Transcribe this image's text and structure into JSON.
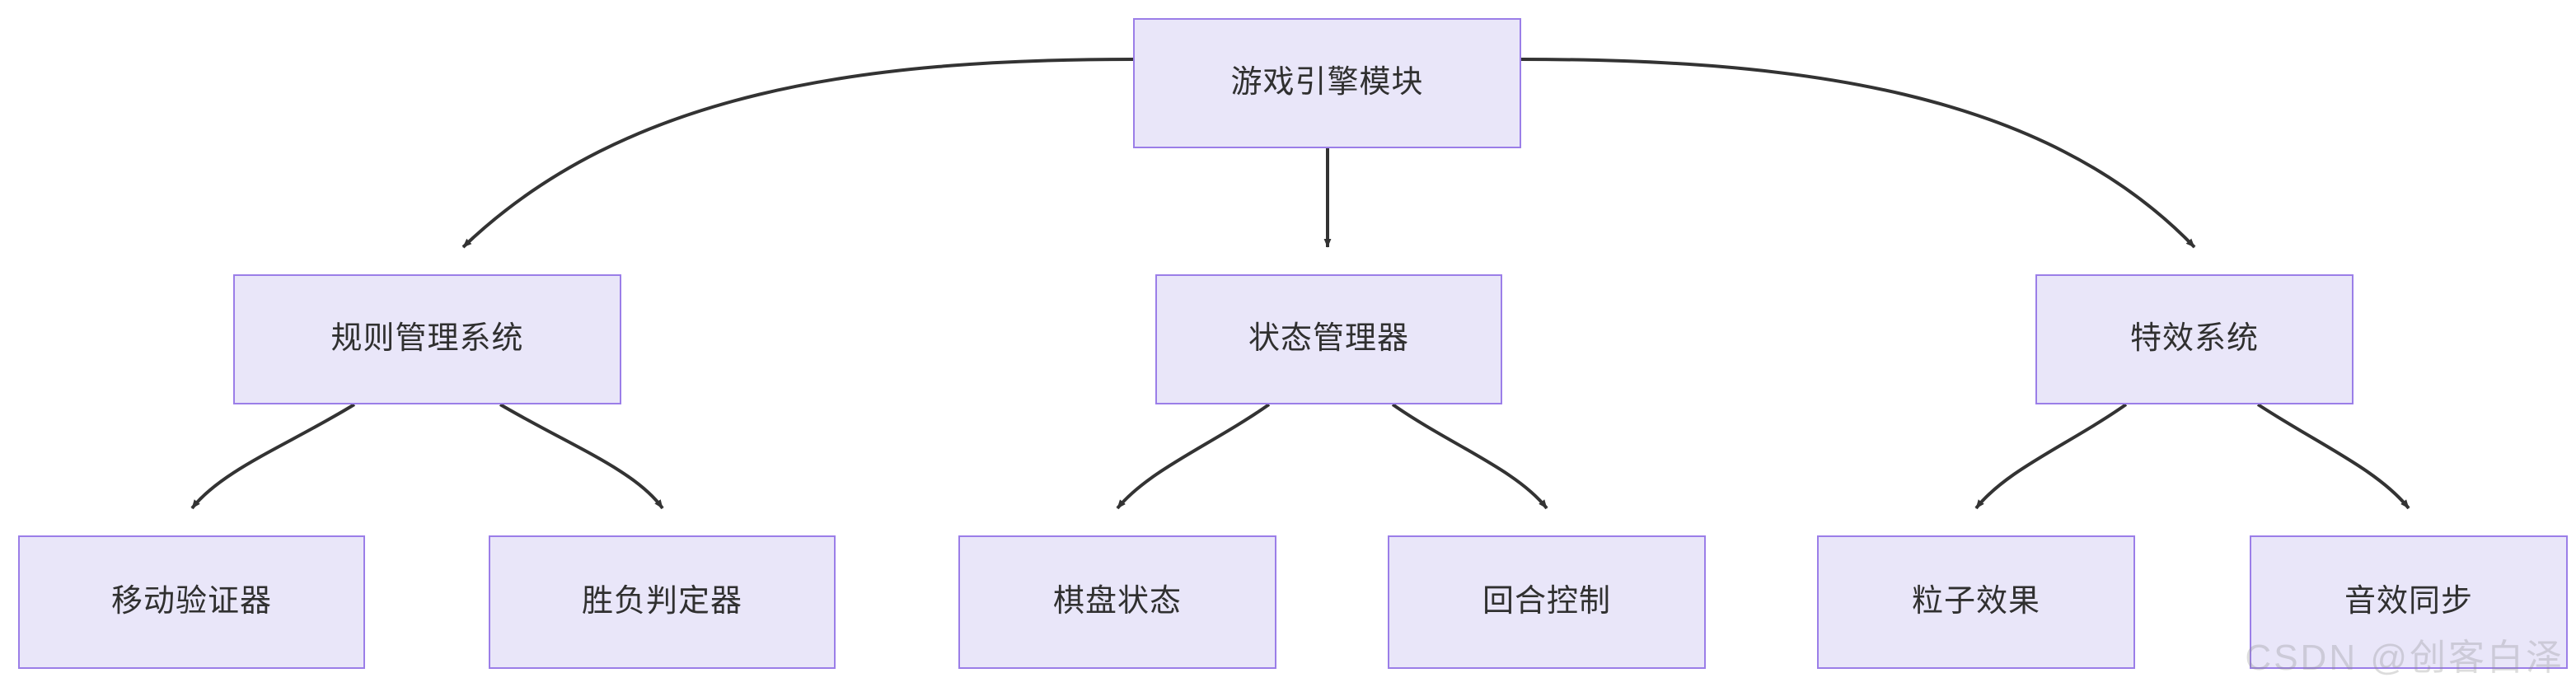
{
  "diagram": {
    "type": "flowchart",
    "direction": "top-down",
    "background_color": "#ffffff",
    "node_fill_color": "#e9e6f9",
    "node_border_color": "#9b7ee8",
    "node_text_color": "#303030",
    "edge_color": "#333333",
    "nodes": [
      {
        "id": "root",
        "label": "游戏引擎模块",
        "level": 1
      },
      {
        "id": "rules",
        "label": "规则管理系统",
        "level": 2
      },
      {
        "id": "state",
        "label": "状态管理器",
        "level": 2
      },
      {
        "id": "effects",
        "label": "特效系统",
        "level": 2
      },
      {
        "id": "move_validator",
        "label": "移动验证器",
        "level": 3
      },
      {
        "id": "winloss",
        "label": "胜负判定器",
        "level": 3
      },
      {
        "id": "board_state",
        "label": "棋盘状态",
        "level": 3
      },
      {
        "id": "turn_control",
        "label": "回合控制",
        "level": 3
      },
      {
        "id": "particle",
        "label": "粒子效果",
        "level": 3
      },
      {
        "id": "sound_sync",
        "label": "音效同步",
        "level": 3
      }
    ],
    "edges": [
      {
        "from": "root",
        "to": "rules"
      },
      {
        "from": "root",
        "to": "state"
      },
      {
        "from": "root",
        "to": "effects"
      },
      {
        "from": "rules",
        "to": "move_validator"
      },
      {
        "from": "rules",
        "to": "winloss"
      },
      {
        "from": "state",
        "to": "board_state"
      },
      {
        "from": "state",
        "to": "turn_control"
      },
      {
        "from": "effects",
        "to": "particle"
      },
      {
        "from": "effects",
        "to": "sound_sync"
      }
    ]
  },
  "watermark": {
    "text": "CSDN @创客白泽"
  }
}
